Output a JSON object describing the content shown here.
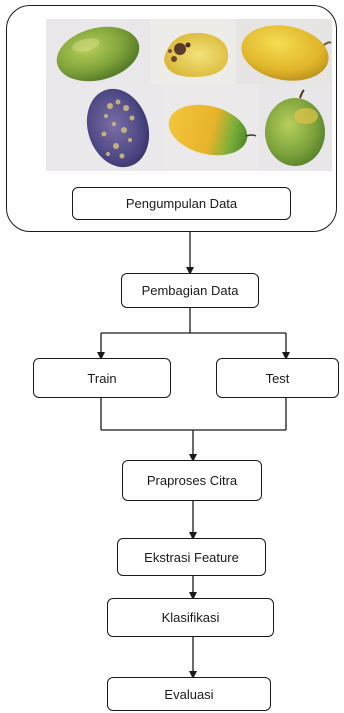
{
  "diagram": {
    "nodes": {
      "pengumpulan_data": "Pengumpulan Data",
      "pembagian_data": "Pembagian Data",
      "train": "Train",
      "test": "Test",
      "praproses_citra": "Praproses Citra",
      "ekstrasi_feature": "Ekstrasi Feature",
      "klasifikasi": "Klasifikasi",
      "evaluasi": "Evaluasi"
    },
    "photos": [
      "mango-green-photo",
      "mango-slice-diseased-photo",
      "mango-yellow-photo",
      "mango-purple-spotted-photo",
      "mango-yellow-green-photo",
      "mango-green-yellow-photo"
    ],
    "colors": {
      "line": "#1a1a1a",
      "box_border": "#1a1a1a",
      "photo_bg": "#e6e4e6"
    }
  }
}
